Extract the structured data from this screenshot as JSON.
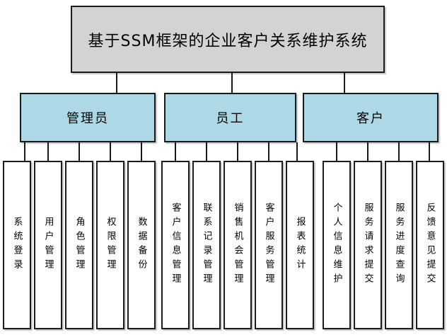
{
  "colors": {
    "title_fill": "#d3d3d3",
    "branch_fill": "#add8e6",
    "leaf_fill": "#ffffff",
    "border": "#1a1a1a"
  },
  "diagram": {
    "title": "基于SSM框架的企业客户关系维护系统",
    "branches": [
      {
        "label": "管理员",
        "leaves": [
          "系统登录",
          "用户管理",
          "角色管理",
          "权限管理",
          "数据备份"
        ]
      },
      {
        "label": "员工",
        "leaves": [
          "客户信息管理",
          "联系记录管理",
          "销售机会管理",
          "客户服务管理",
          "报表统计"
        ]
      },
      {
        "label": "客户",
        "leaves": [
          "个人信息维护",
          "服务请求提交",
          "服务进度查询",
          "反馈意见提交"
        ]
      }
    ]
  }
}
